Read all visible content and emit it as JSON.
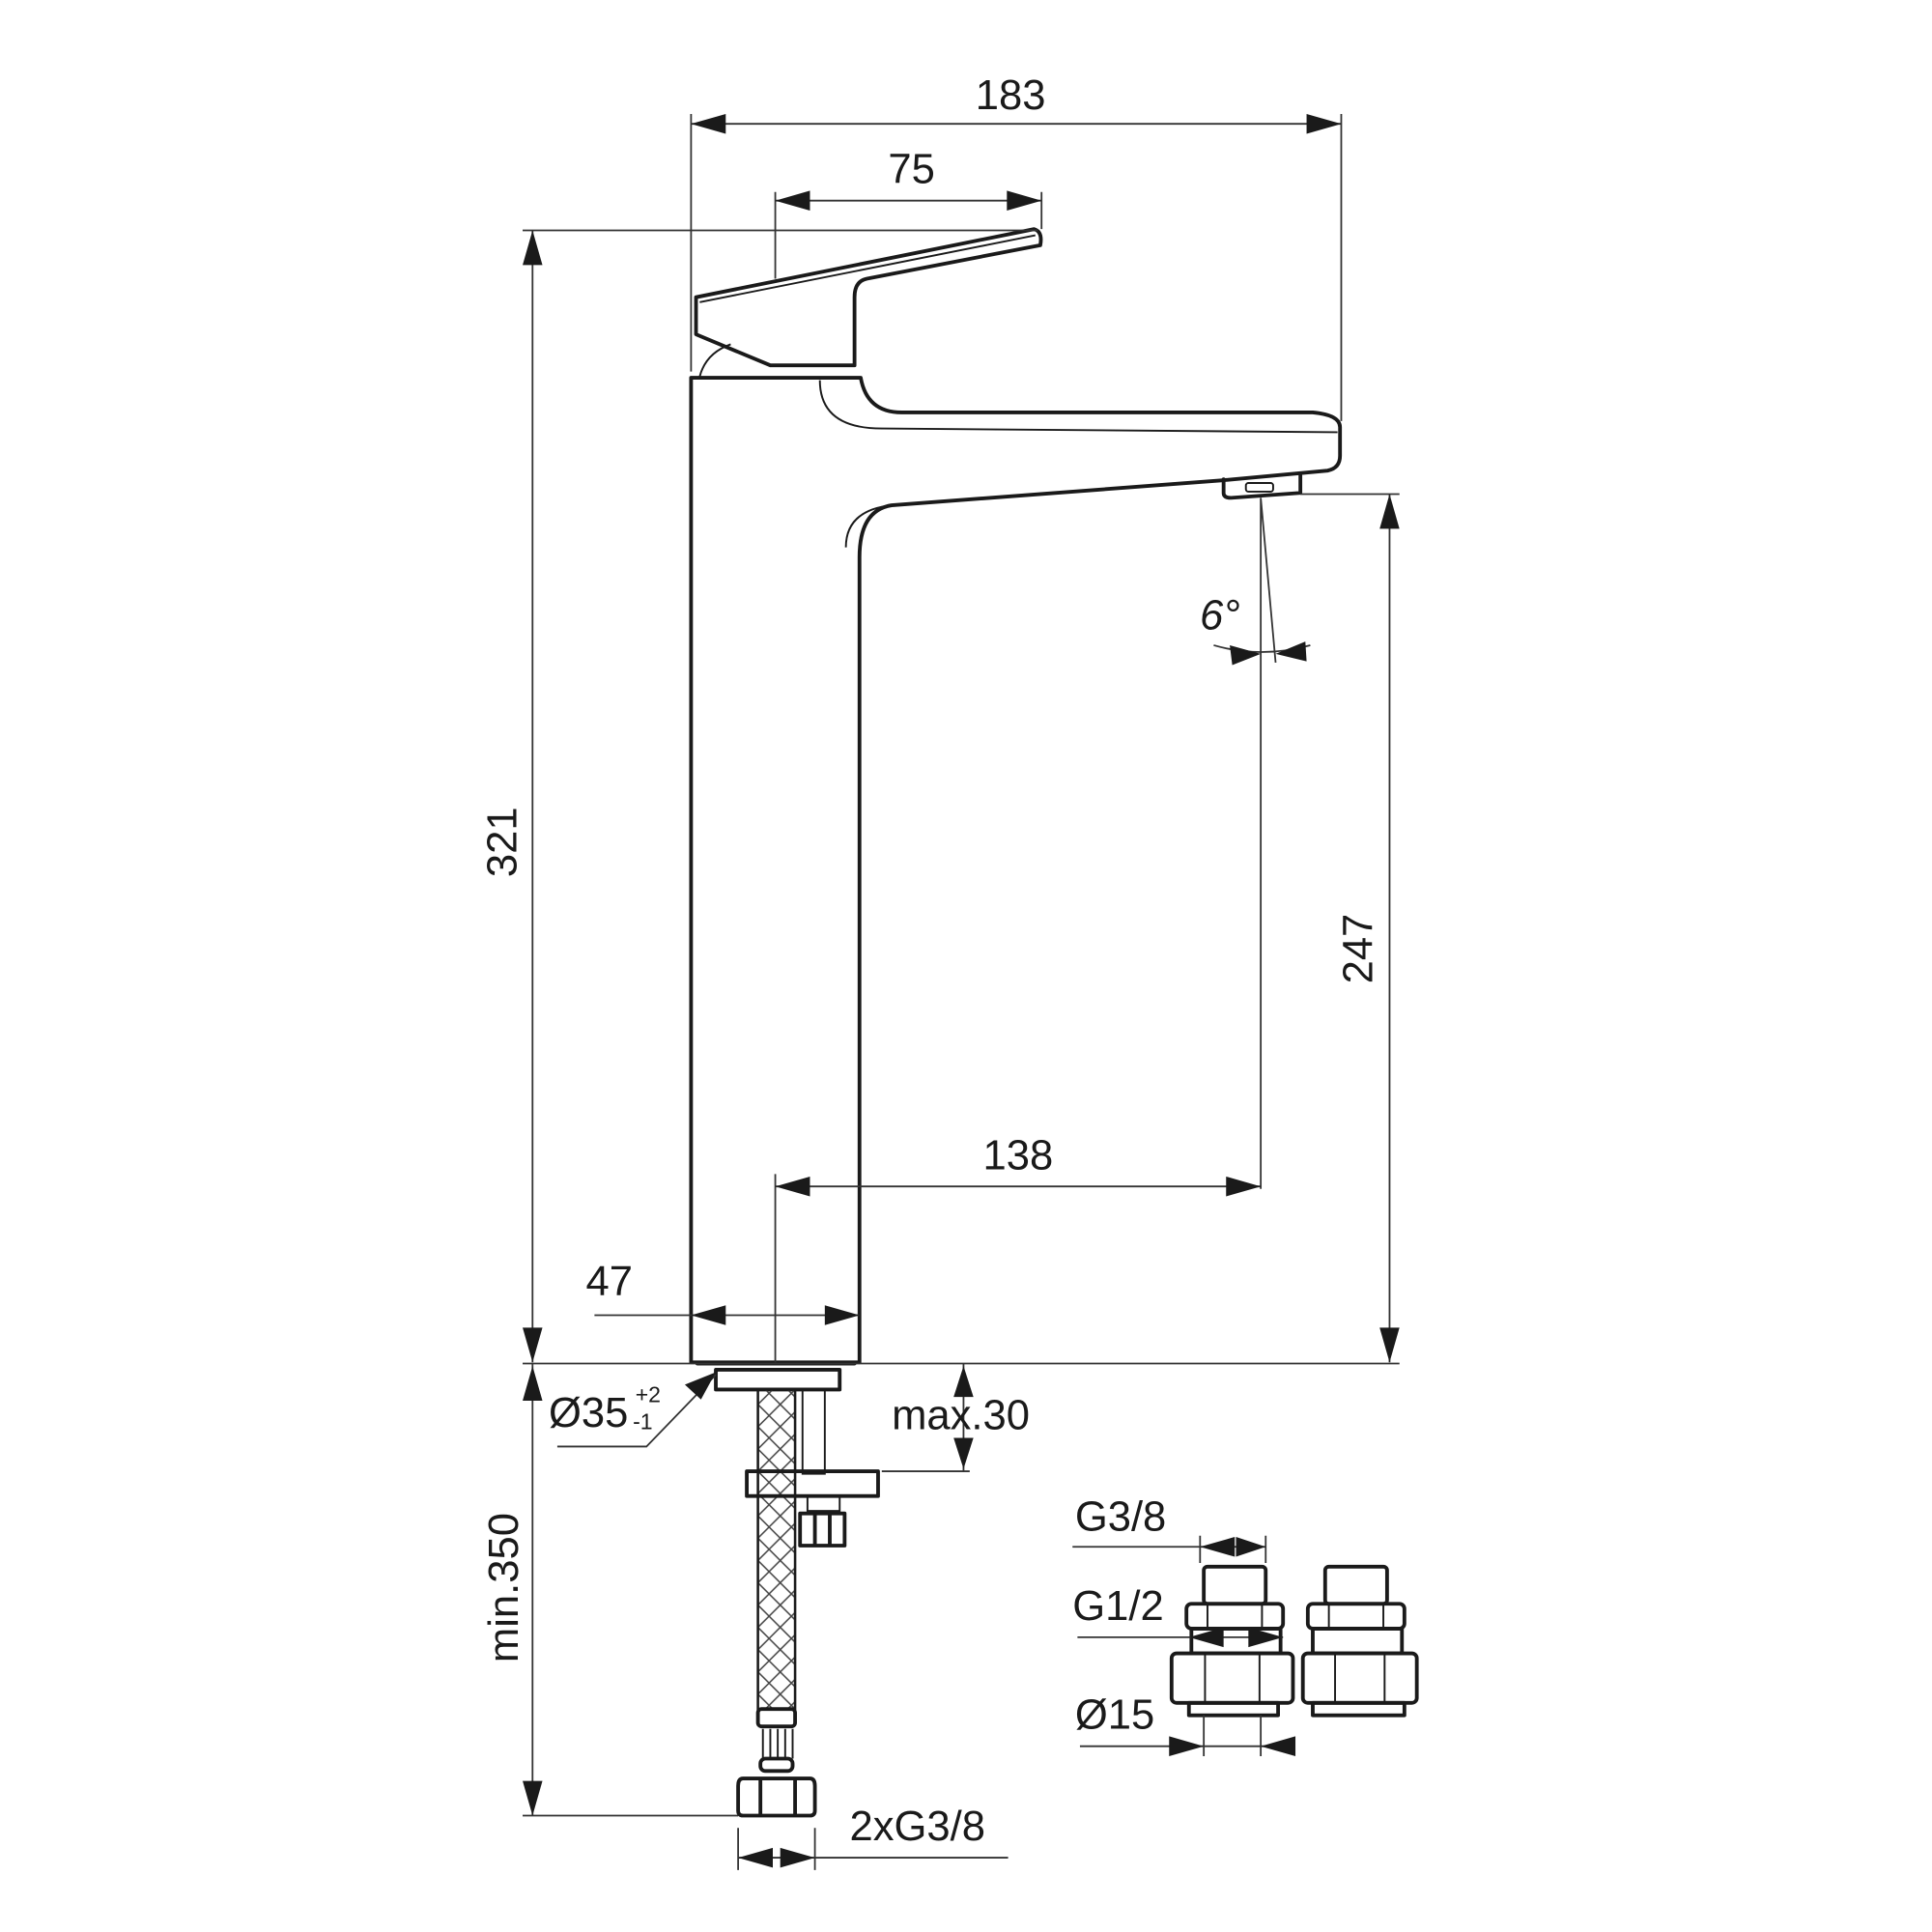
{
  "drawing": {
    "type": "technical dimension drawing",
    "subject": "single-lever tall basin mixer faucet, side view",
    "line_color": "#1a1a1a",
    "background": "#ffffff"
  },
  "dimensions": {
    "overall_reach": "183",
    "lever_length": "75",
    "overall_height": "321",
    "spout_height": "247",
    "spout_projection": "138",
    "body_width": "47",
    "spray_angle": "6°",
    "hole_diameter": "Ø35",
    "hole_tolerance_upper": "+2",
    "hole_tolerance_lower": "-1",
    "max_deck_thickness": "max.30",
    "hose_length": "min.350",
    "hose_connection": "2xG3/8"
  },
  "adapters": {
    "outlet_thread": "G3/8",
    "inlet_thread": "G1/2",
    "pipe_diameter": "Ø15",
    "count": 2
  }
}
